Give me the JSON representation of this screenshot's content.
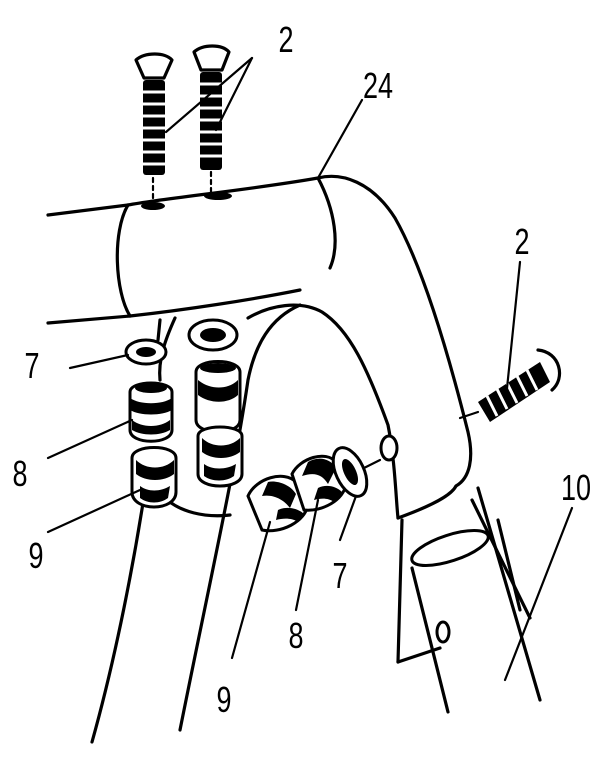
{
  "callouts": {
    "screws_top": "2",
    "tube_joint": "24",
    "screw_side": "2",
    "washer_left": "7",
    "spacer_left": "8",
    "cap_left": "9",
    "washer_front": "7",
    "spacer_front": "8",
    "cap_front": "9",
    "frame_leg": "10"
  }
}
